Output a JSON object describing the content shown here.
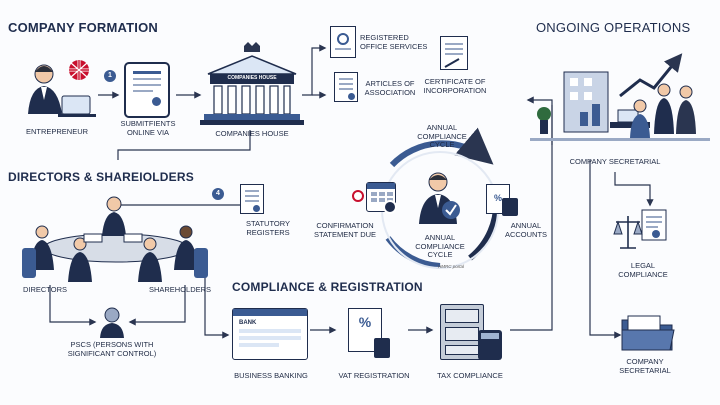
{
  "sections": {
    "formation": "COMPANY FORMATION",
    "ongoing": "ONGOING OPERATIONS",
    "directors": "DIRECTORS & SHAREIOLDERS",
    "compliance": "COMPLIANCE & REGISTRATION"
  },
  "formation": {
    "step_badge": "1",
    "entrepreneur": "ENTREPRENEUR",
    "submit": "SUBMITFIENTS ONLINE VIA",
    "building_sign": "COMPANIES HOUSE",
    "companies_house": "COMPANIES HOUSE",
    "registered_office": "REGISTERED OFFICE SERVICES",
    "articles": "ARTICLES OF ASSOCIATION",
    "certificate": "CERTIFICATE OF INCORPORATION"
  },
  "cycle": {
    "title": "ANNUAL COMPLIANCE CYCLE",
    "center": "ANNUAL COMPLIANCE CYCLE",
    "confirmation": "CONFIRMATION STATEMENT DUE",
    "accounts": "ANNUAL ACCOUNTS",
    "stamp": "HMRC portal"
  },
  "directors": {
    "step_badge": "4",
    "statutory": "STATUTORY REGISTERS",
    "directors": "DIRECTORS",
    "shareholders": "SHAREHOLDERS",
    "pscs": "PSCs (PERSONS WITH SIGNIFICANT CONTROL)"
  },
  "compliance": {
    "bank_word": "BANK",
    "banking": "BUSINESS BANKING",
    "vat": "VAT REGISTRATION",
    "tax": "TAX COMPLIANCE"
  },
  "ongoing": {
    "secretarial": "COMPANY SECRETARIAL",
    "legal": "LEGAL COMPLIANCE",
    "secretarial2": "COMPANY SECRETARIAL"
  },
  "colors": {
    "navy": "#1f2d4d",
    "blue": "#3b5b92",
    "light_blue": "#dbe6f5",
    "arrow": "#2a3550"
  }
}
